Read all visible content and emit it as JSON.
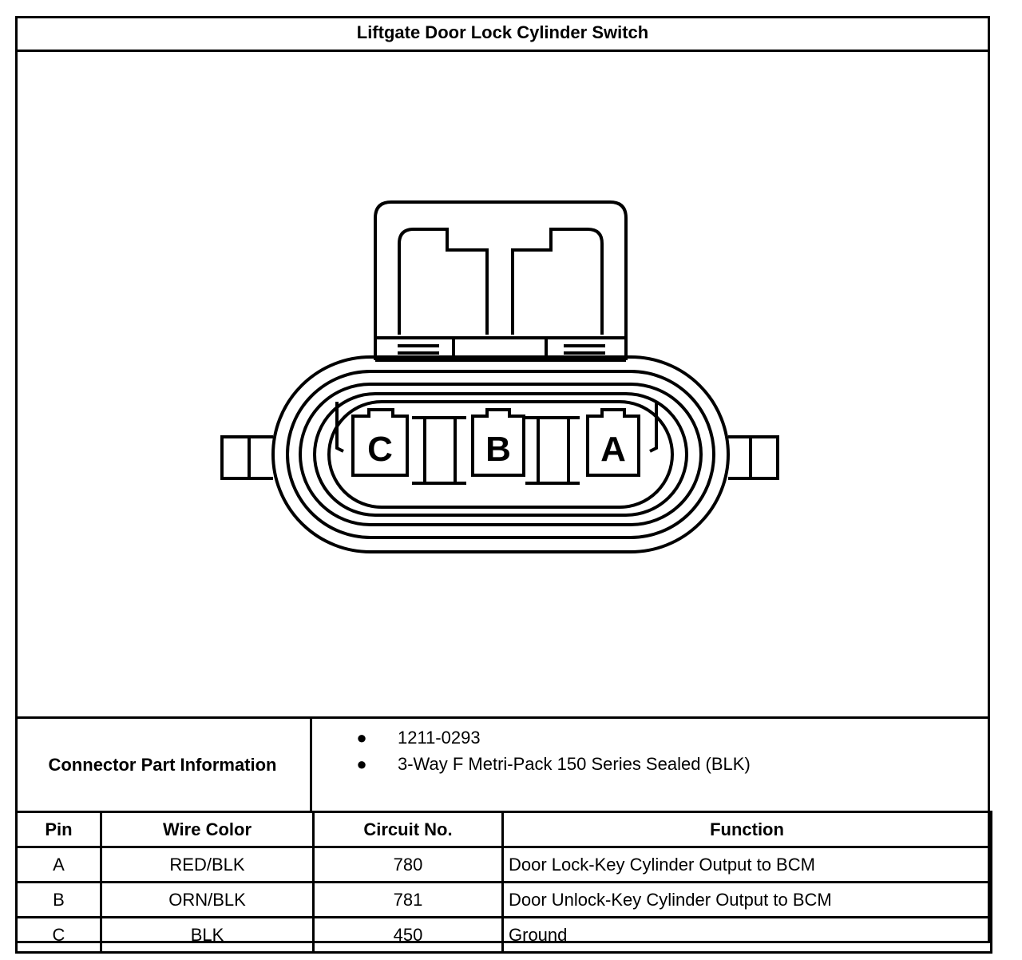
{
  "title": "Liftgate Door Lock Cylinder Switch",
  "connector": {
    "pins": [
      {
        "id": "C"
      },
      {
        "id": "B"
      },
      {
        "id": "A"
      }
    ]
  },
  "part_info": {
    "label": "Connector Part Information",
    "items": [
      "1211-0293",
      "3-Way F Metri-Pack 150 Series Sealed (BLK)"
    ]
  },
  "table": {
    "headers": [
      "Pin",
      "Wire Color",
      "Circuit No.",
      "Function"
    ],
    "rows": [
      {
        "pin": "A",
        "wire_color": "RED/BLK",
        "circuit": "780",
        "function": "Door Lock-Key Cylinder Output to BCM"
      },
      {
        "pin": "B",
        "wire_color": "ORN/BLK",
        "circuit": "781",
        "function": "Door Unlock-Key Cylinder Output to BCM"
      },
      {
        "pin": "C",
        "wire_color": "BLK",
        "circuit": "450",
        "function": "Ground"
      }
    ]
  }
}
